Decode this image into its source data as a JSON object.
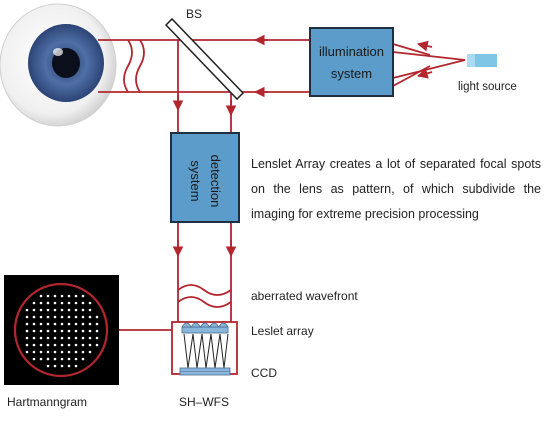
{
  "labels": {
    "bs": "BS",
    "illumination_line1": "illumination",
    "illumination_line2": "system",
    "light_source": "light source",
    "detection_line1": "detection",
    "detection_line2": "system",
    "description": "Lenslet Array creates a lot of separated focal spots on the lens as pattern, of which subdivide the imaging for extreme precision processing",
    "aberrated_wavefront": "aberrated wavefront",
    "lenslet_array": "Leslet array",
    "ccd": "CCD",
    "hartmanngram": "Hartmanngram",
    "sh_wfs": "SH–WFS"
  },
  "colors": {
    "beam": "#b3262e",
    "box_fill": "#5b9ccb",
    "box_border": "#1f2f3f",
    "lens_fill": "#8ab6dd",
    "light_source": "#7fc6e6"
  },
  "icons": [
    "eye-icon",
    "beam-splitter-icon",
    "light-source-icon",
    "hartmanngram-icon"
  ]
}
